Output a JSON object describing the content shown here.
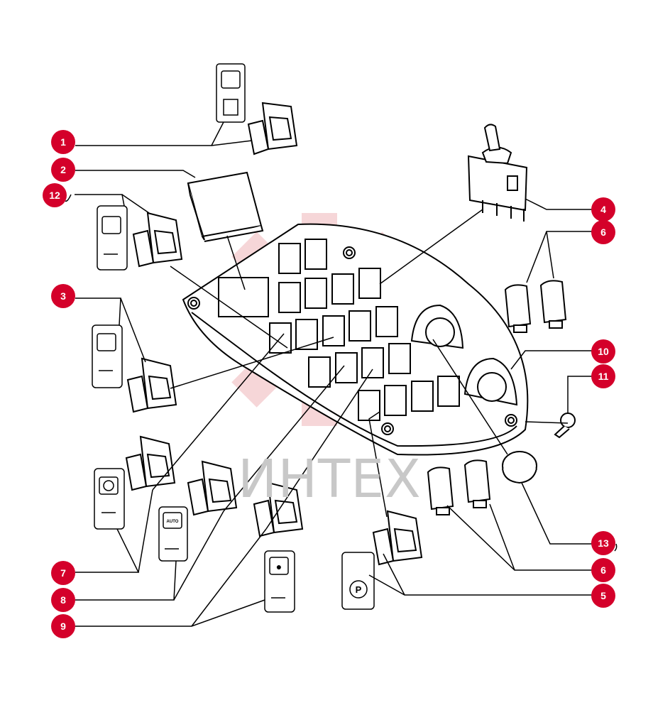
{
  "watermark": {
    "text": "ИНТЕХ",
    "gear_color": "#f4c9cc",
    "text_color": "#c8c8c8"
  },
  "callout_color": "#d4002a",
  "callouts": [
    {
      "id": "c1",
      "label": "1"
    },
    {
      "id": "c2",
      "label": "2"
    },
    {
      "id": "c12",
      "label": "12"
    },
    {
      "id": "c3",
      "label": "3"
    },
    {
      "id": "c4",
      "label": "4"
    },
    {
      "id": "c6a",
      "label": "6"
    },
    {
      "id": "c10",
      "label": "10"
    },
    {
      "id": "c11",
      "label": "11"
    },
    {
      "id": "c13",
      "label": "13"
    },
    {
      "id": "c6b",
      "label": "6"
    },
    {
      "id": "c5",
      "label": "5"
    },
    {
      "id": "c7",
      "label": "7"
    },
    {
      "id": "c8",
      "label": "8"
    },
    {
      "id": "c9",
      "label": "9"
    }
  ],
  "symbol_cards": {
    "card9_icon": "door-lock-icon",
    "card8_icon": "auto-gear-icon",
    "card8_text": "AUTO",
    "card7_icon": "gear-icon",
    "card5_icon": "parking-brake-icon",
    "card5_text": "P",
    "card3_icon": "headlamp-icon",
    "card12_icon": "work-light-icon",
    "card1_icon": "beacon-icon"
  }
}
